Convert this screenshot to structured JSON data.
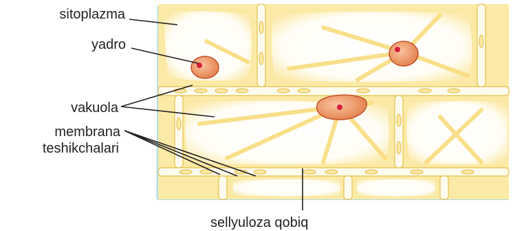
{
  "labels": {
    "sitoplazma": "sitoplazma",
    "yadro": "yadro",
    "vakuola": "vakuola",
    "membrana_line1": "membrana",
    "membrana_line2": "teshikchalari",
    "sellyuloza": "sellyuloza qobiq"
  },
  "colors": {
    "cytoplasm": "#fbe9a6",
    "cytoplasm_strand": "#f9dc7e",
    "wall_fill": "#fdfbee",
    "wall_edge": "#e5c24a",
    "vacuole": "#fffdf6",
    "nucleus": "#ec8a4f",
    "nucleus_edge": "#c4502c",
    "nucleolus": "#d5203c",
    "leader": "#231f20",
    "tissue_edge": "#aeddec"
  }
}
